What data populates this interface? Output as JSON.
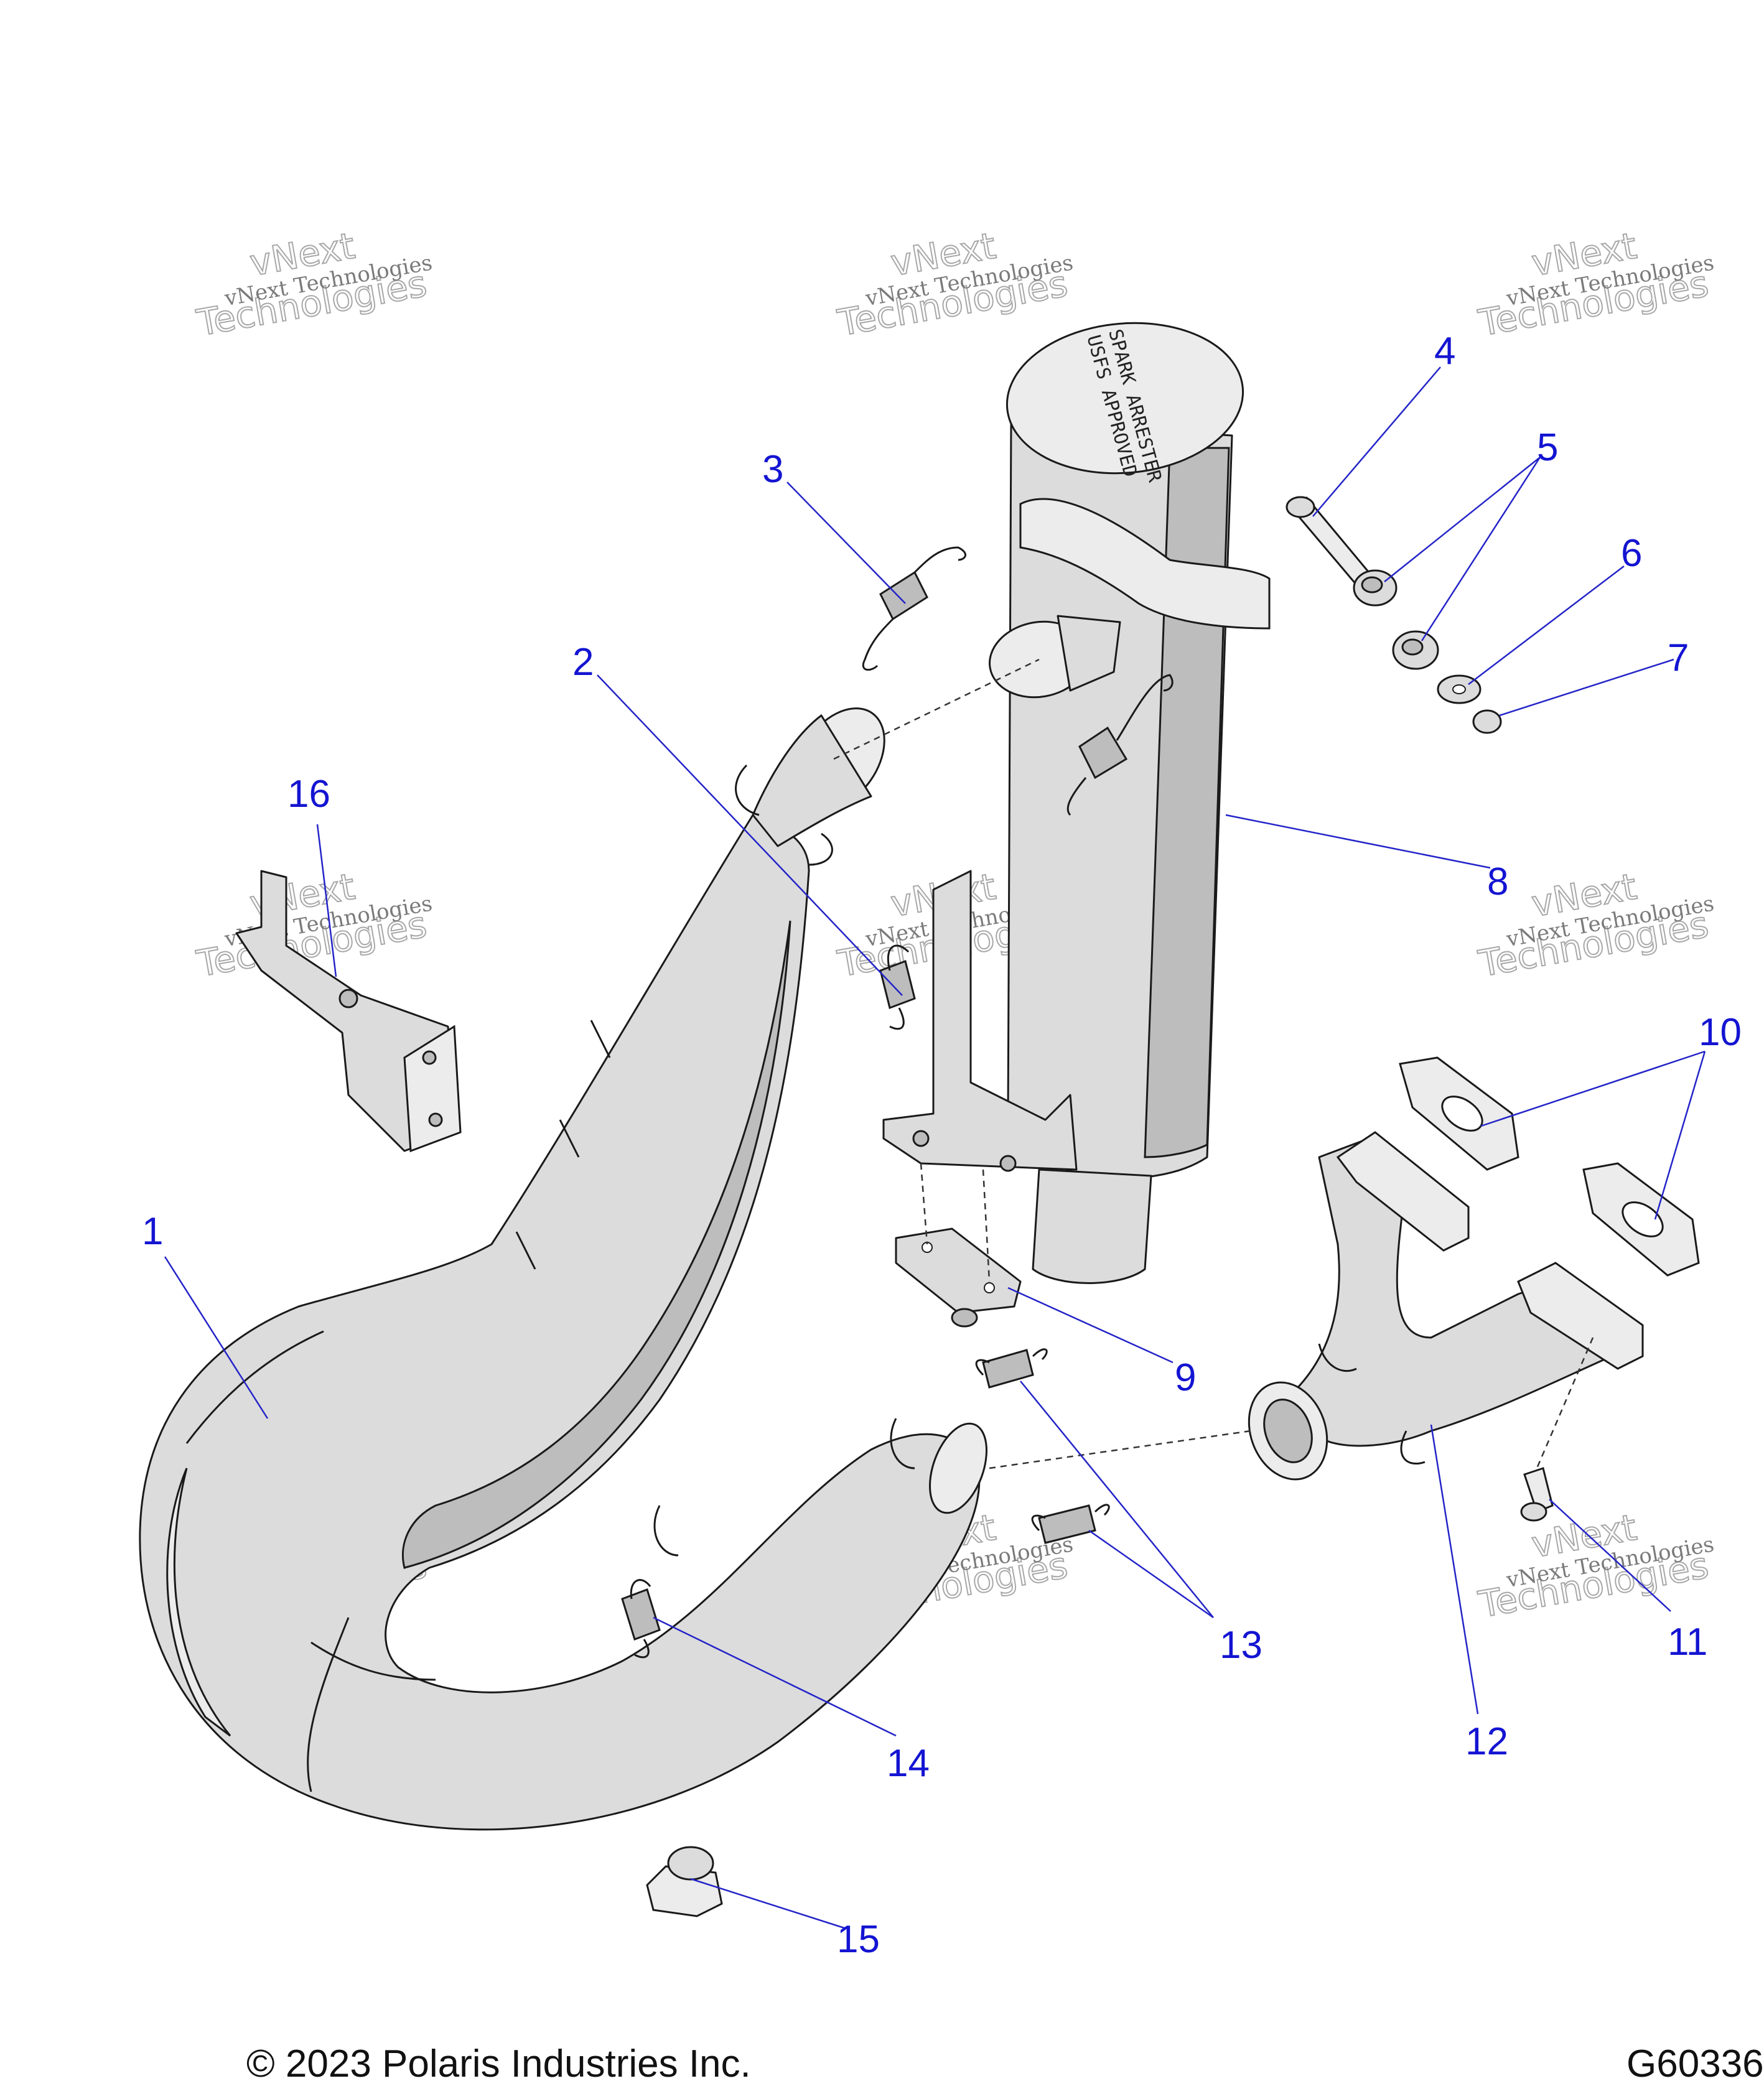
{
  "callouts": [
    "1",
    "2",
    "3",
    "4",
    "5",
    "6",
    "7",
    "8",
    "9",
    "10",
    "11",
    "12",
    "13",
    "14",
    "15",
    "16"
  ],
  "watermark": {
    "line1": "vNext Technologies",
    "line2": "vNext",
    "line3": "Technologies"
  },
  "muffler_cap": {
    "line1": "SPARK ARRESTER",
    "line2": "USFS APPROVED"
  },
  "footer": {
    "copyright": "© 2023 Polaris Industries Inc.",
    "figure_id": "G60336"
  },
  "colors": {
    "callout": "#1414d2",
    "part_fill": "#dcdcdc",
    "outline": "#1a1a1a"
  }
}
